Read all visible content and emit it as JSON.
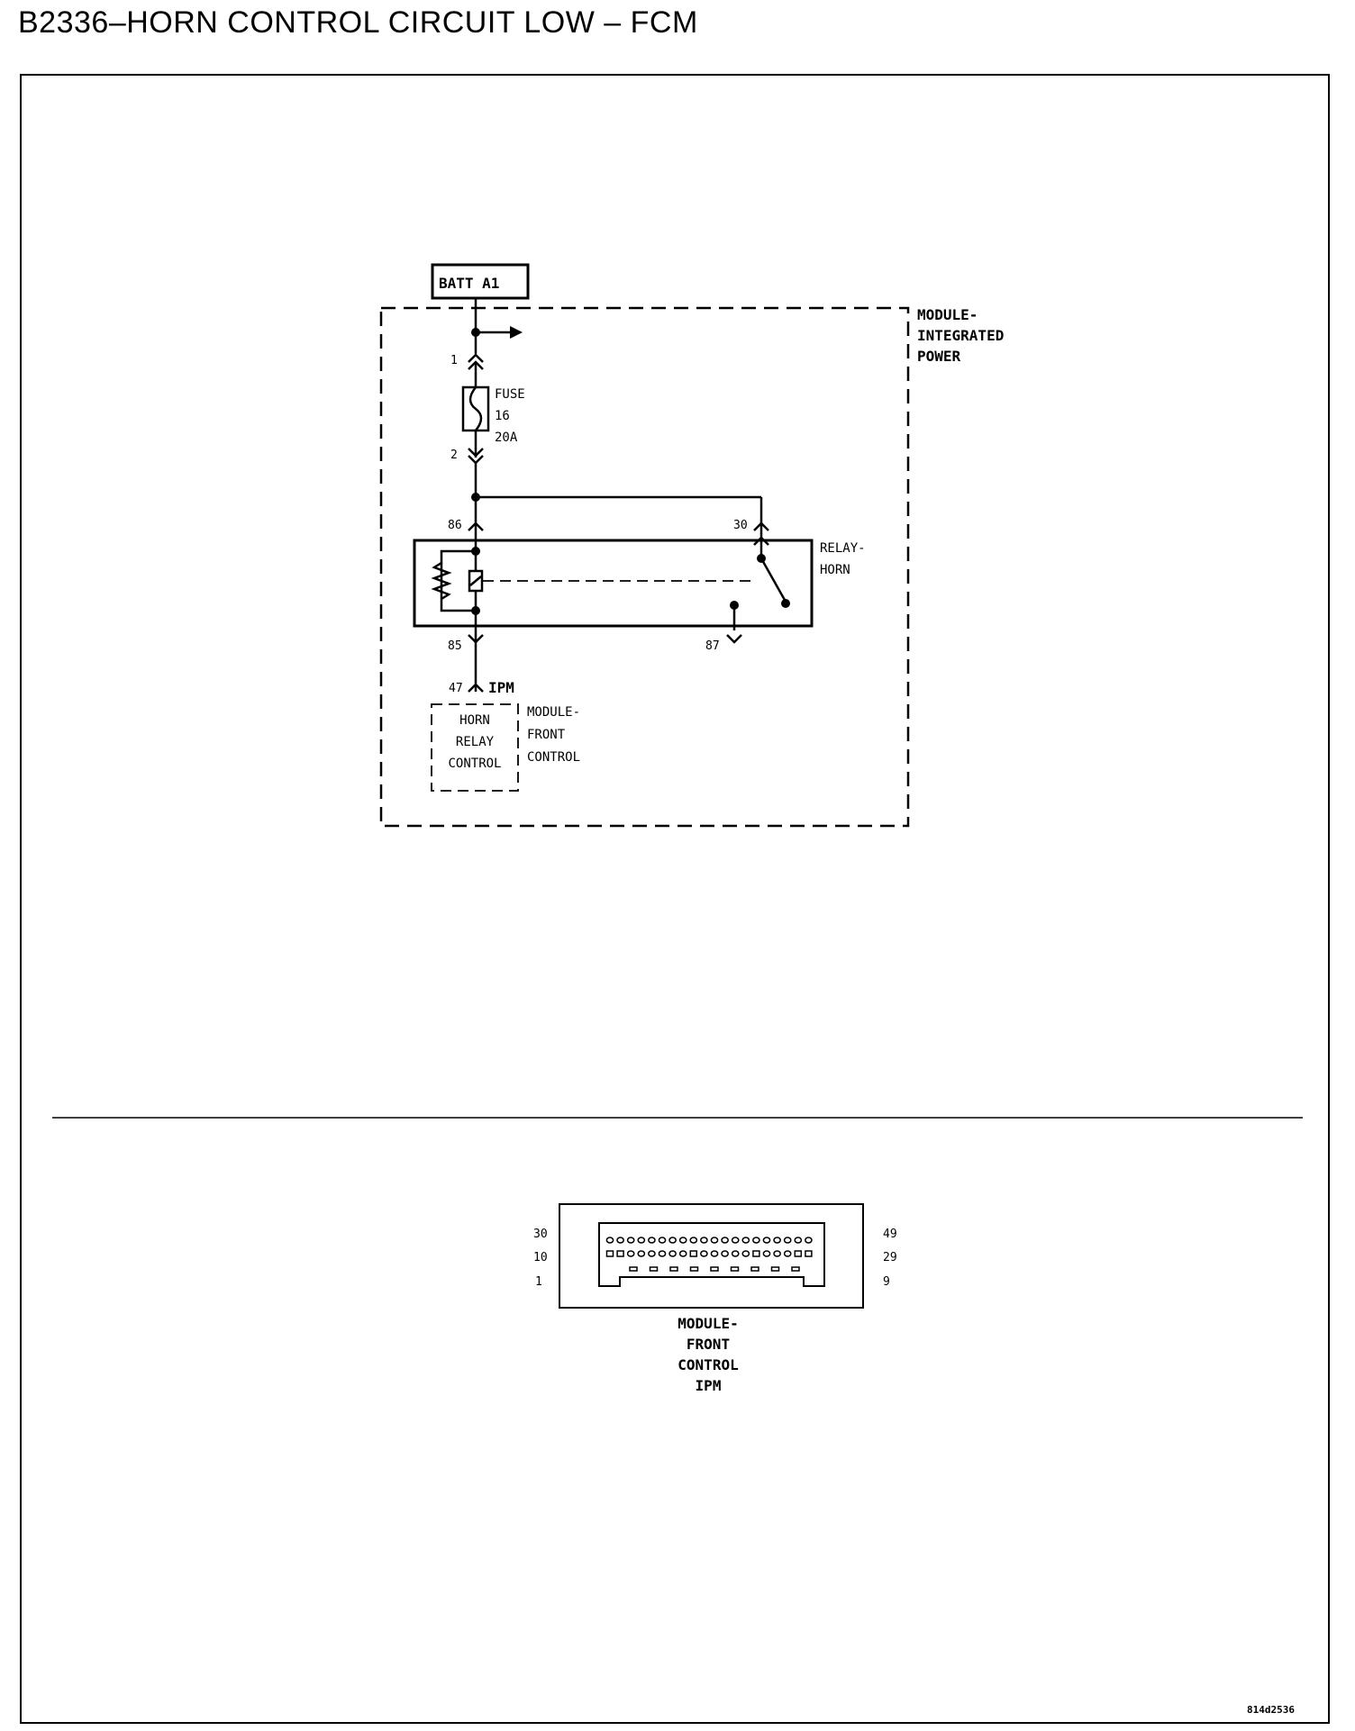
{
  "title": "B2336–HORN CONTROL CIRCUIT LOW – FCM",
  "schematic": {
    "batt_label": "BATT A1",
    "ipm_module_lines": [
      "MODULE-",
      "INTEGRATED",
      "POWER"
    ],
    "fuse_lines": [
      "FUSE",
      "16",
      "20A"
    ],
    "fuse_pin_in": "1",
    "fuse_pin_out": "2",
    "relay_pin_86": "86",
    "relay_pin_30": "30",
    "relay_pin_85": "85",
    "relay_pin_87": "87",
    "relay_label_lines": [
      "RELAY-",
      "HORN"
    ],
    "fcm_pin": "47",
    "fcm_connector_tag": "IPM",
    "horn_relay_control_lines": [
      "HORN",
      "RELAY",
      "CONTROL"
    ],
    "fcm_module_lines": [
      "MODULE-",
      "FRONT",
      "CONTROL"
    ]
  },
  "connector": {
    "left_pins": [
      "30",
      "10",
      "1"
    ],
    "right_pins": [
      "49",
      "29",
      "9"
    ],
    "module_lines": [
      "MODULE-",
      "FRONT",
      "CONTROL",
      "IPM"
    ]
  },
  "footer_code": "814d2536"
}
